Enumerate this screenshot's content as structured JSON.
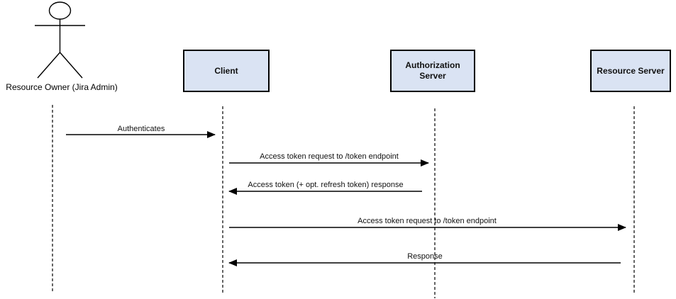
{
  "diagram": {
    "type": "sequence-diagram",
    "actor": {
      "label": "Resource Owner (Jira Admin)"
    },
    "participants": [
      {
        "id": "client",
        "label": "Client"
      },
      {
        "id": "authorization-server",
        "label": "Authorization Server"
      },
      {
        "id": "resource-server",
        "label": "Resource Server"
      }
    ],
    "messages": [
      {
        "from": "resource-owner",
        "to": "client",
        "direction": "right",
        "label": "Authenticates"
      },
      {
        "from": "client",
        "to": "authorization-server",
        "direction": "right",
        "label": "Access token request to /token endpoint"
      },
      {
        "from": "authorization-server",
        "to": "client",
        "direction": "left",
        "label": "Access token (+ opt. refresh token) response"
      },
      {
        "from": "client",
        "to": "resource-server",
        "direction": "right",
        "label": "Access token request to /token endpoint"
      },
      {
        "from": "resource-server",
        "to": "client",
        "direction": "left",
        "label": "Response"
      }
    ],
    "colors": {
      "participant_fill": "#dae3f3",
      "participant_border": "#000000",
      "line": "#000000",
      "background": "#ffffff"
    }
  }
}
